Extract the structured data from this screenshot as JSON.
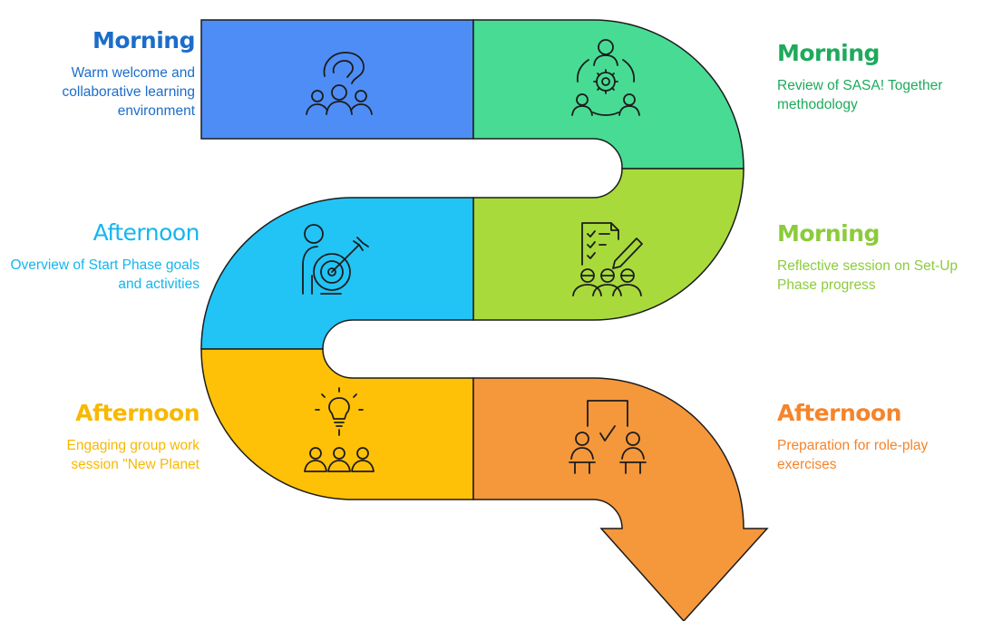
{
  "colors": {
    "step1": "#4E8DF5",
    "step2": "#48DB94",
    "step3": "#A8DA3C",
    "step4": "#22C4F5",
    "step5": "#FFC107",
    "step6": "#F5973B",
    "outline": "#1c1c1c",
    "text1": "#1C6DC9",
    "text2": "#1DAA5C",
    "text3": "#8CCB3C",
    "text4": "#14B6EE",
    "text5": "#F8B800",
    "text6": "#F5842A"
  },
  "steps": [
    {
      "title": "Morning",
      "description": "Warm welcome and collaborative learning environment",
      "icon": "welcome-group-icon"
    },
    {
      "title": "Morning",
      "description": "Review of SASA! Together methodology",
      "icon": "methodology-review-icon"
    },
    {
      "title": "Morning",
      "description": "Reflective session on Set-Up Phase progress",
      "icon": "reflective-checklist-icon"
    },
    {
      "title": "Afternoon",
      "description": "Overview of Start Phase goals and activities",
      "icon": "goal-target-icon"
    },
    {
      "title": "Afternoon",
      "description": "Engaging group work session \"New Planet",
      "icon": "idea-group-icon"
    },
    {
      "title": "Afternoon",
      "description": "Preparation for role-play exercises",
      "icon": "role-play-icon"
    }
  ]
}
